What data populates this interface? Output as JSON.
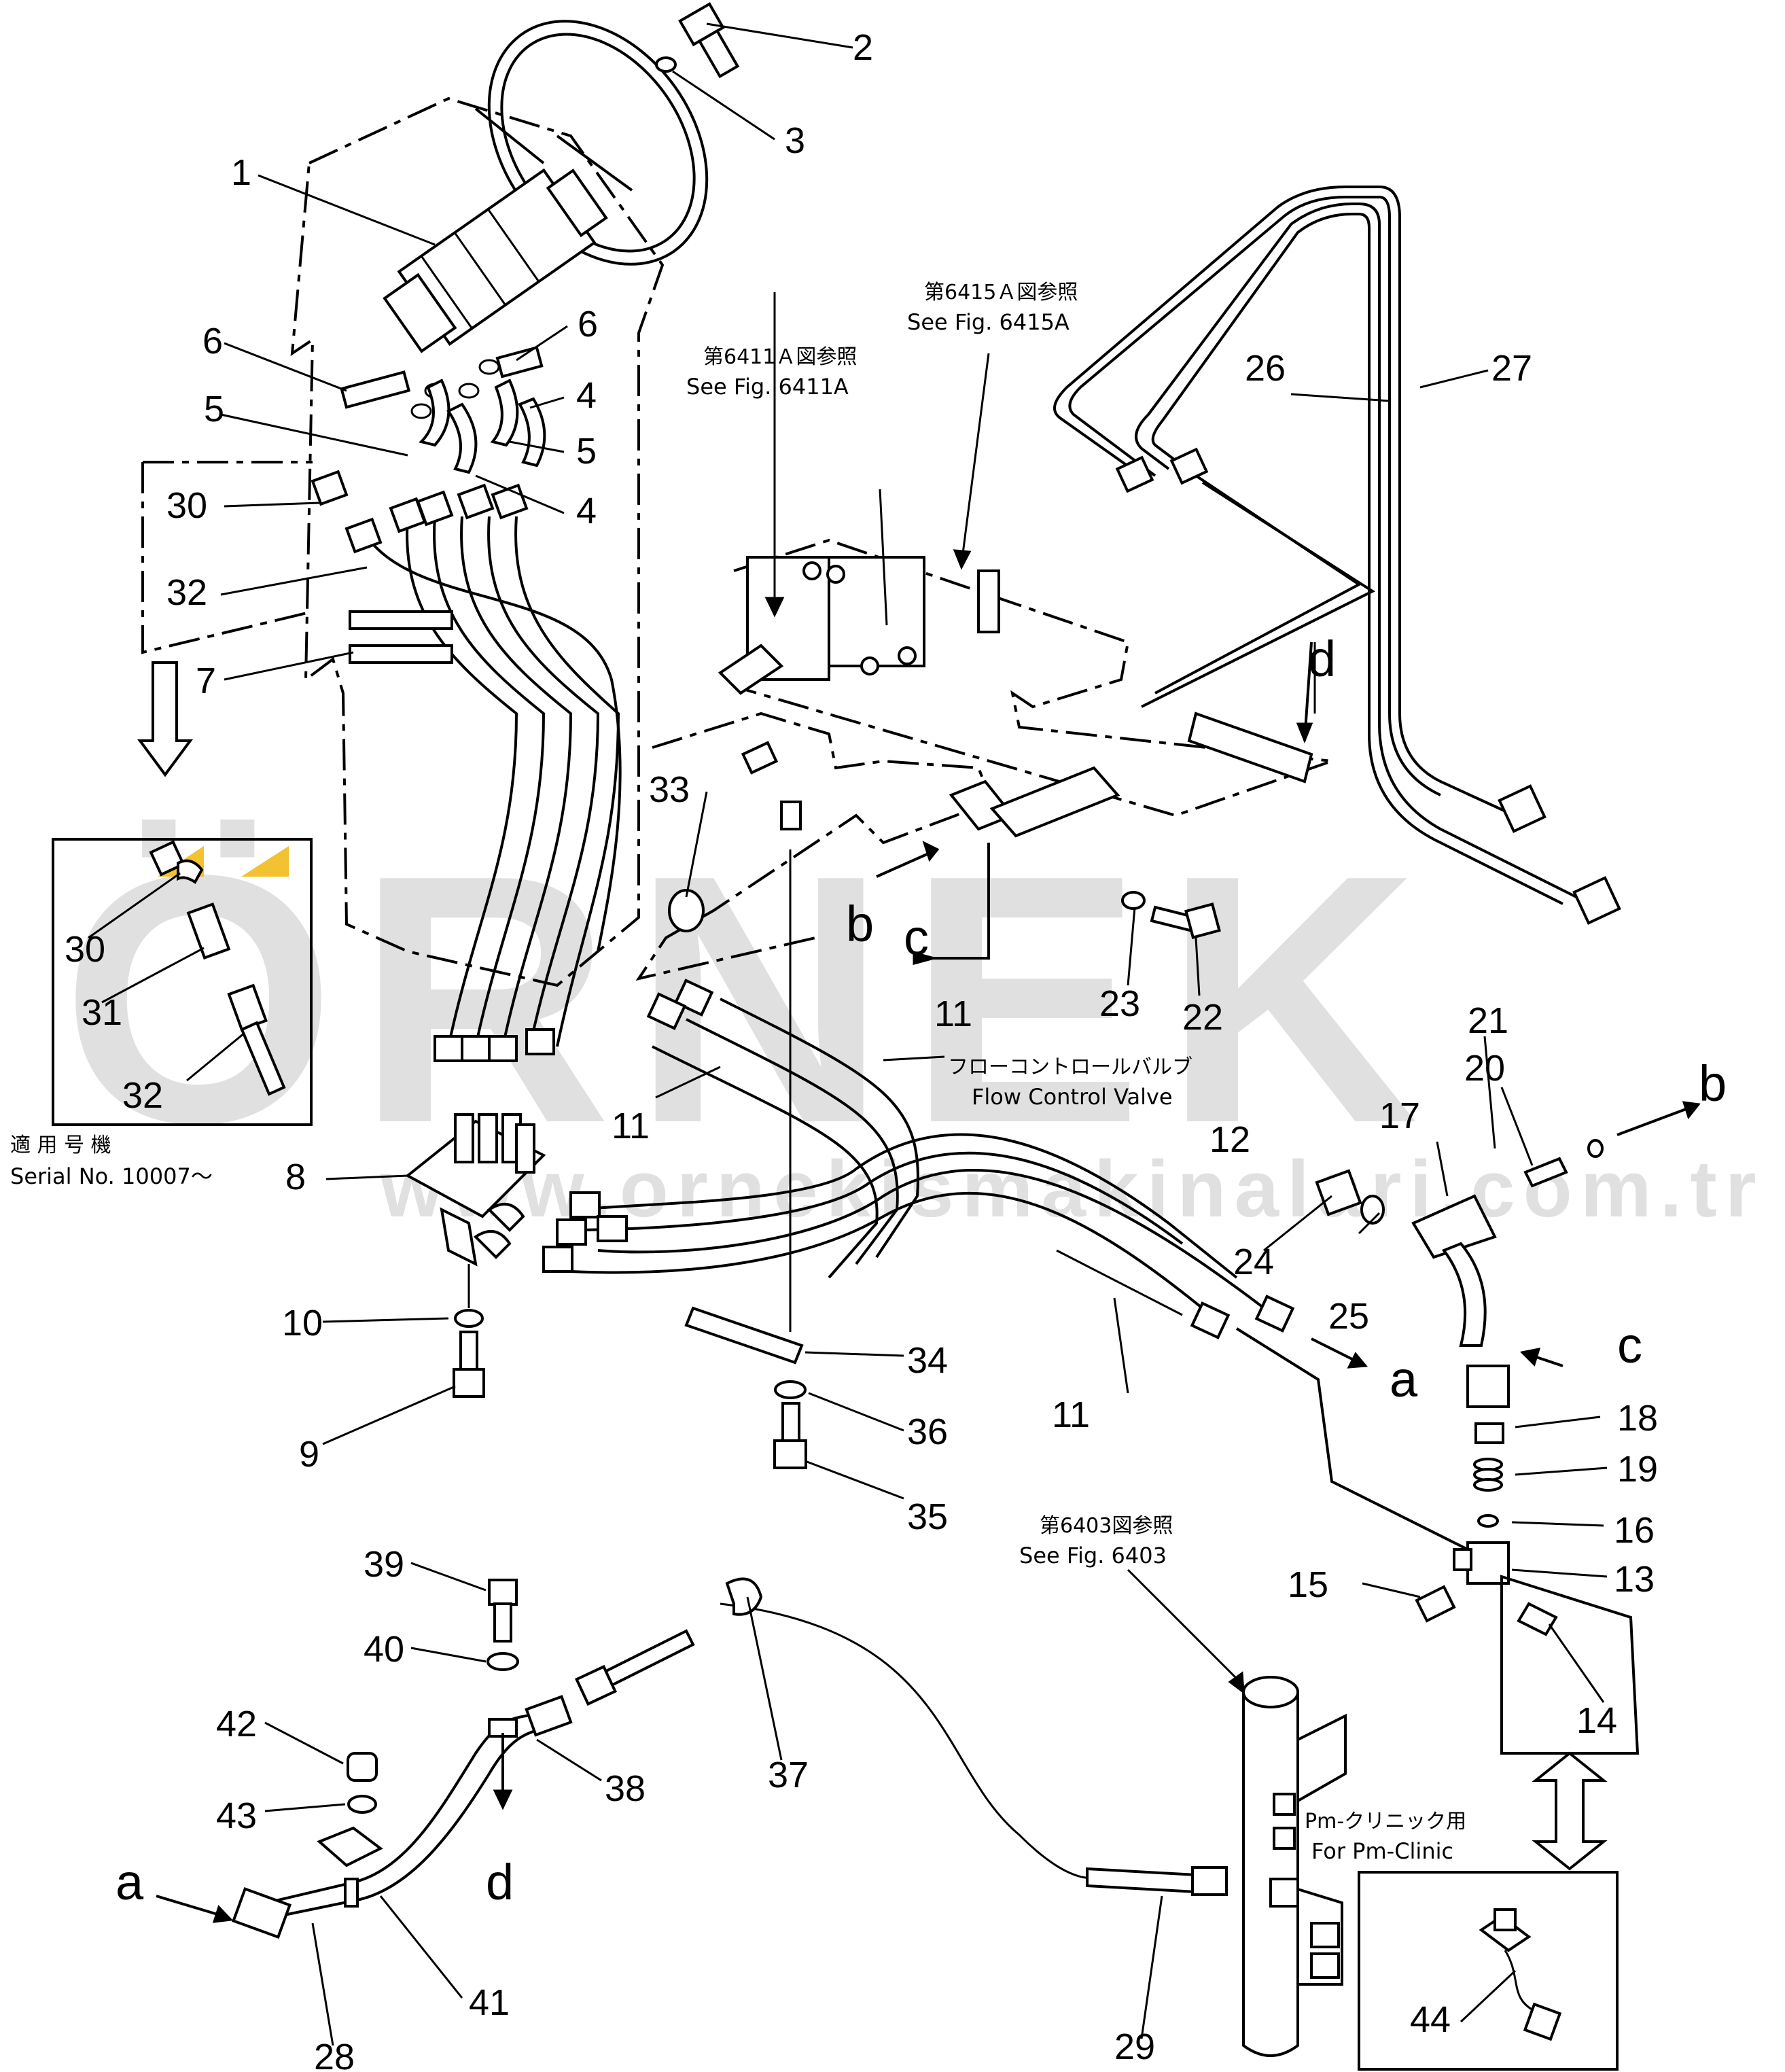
{
  "watermark": {
    "brand": "ÖRNEK",
    "url": "www.ornekismakinalari.com.tr",
    "accent_color": "#f2c230",
    "gray_color": "#c8c8c8"
  },
  "callouts": {
    "n1": "1",
    "n2": "2",
    "n3": "3",
    "n4a": "4",
    "n4b": "4",
    "n5a": "5",
    "n5b": "5",
    "n6a": "6",
    "n6b": "6",
    "n7": "7",
    "n8": "8",
    "n9": "9",
    "n10": "10",
    "n11a": "11",
    "n11b": "11",
    "n11c": "11",
    "n12": "12",
    "n13": "13",
    "n14": "14",
    "n15": "15",
    "n16": "16",
    "n17": "17",
    "n18": "18",
    "n19": "19",
    "n20": "20",
    "n21": "21",
    "n22": "22",
    "n23": "23",
    "n24": "24",
    "n25": "25",
    "n26": "26",
    "n27": "27",
    "n28": "28",
    "n29": "29",
    "n30a": "30",
    "n30b": "30",
    "n31": "31",
    "n32a": "32",
    "n32b": "32",
    "n33": "33",
    "n34": "34",
    "n35": "35",
    "n36": "36",
    "n37": "37",
    "n38": "38",
    "n39": "39",
    "n40": "40",
    "n41": "41",
    "n42": "42",
    "n43": "43",
    "n44": "44"
  },
  "connectors": {
    "a1": "a",
    "a2": "a",
    "b1": "b",
    "b2": "b",
    "c1": "c",
    "c2": "c",
    "d1": "d",
    "d2": "d"
  },
  "references": {
    "fig6415_jp": "第6415Ａ図参照",
    "fig6415_en": "See Fig. 6415A",
    "fig6411_jp": "第6411Ａ図参照",
    "fig6411_en": "See Fig. 6411A",
    "fig6403_jp": "第6403図参照",
    "fig6403_en": "See Fig. 6403"
  },
  "labels": {
    "flow_valve_jp": "フローコントロールバルブ",
    "flow_valve_en": "Flow Control Valve",
    "serial_jp": "適 用 号 機",
    "serial_en": "Serial No. 10007～",
    "pm_jp": "Pm-クリニック用",
    "pm_en": "For Pm-Clinic"
  }
}
